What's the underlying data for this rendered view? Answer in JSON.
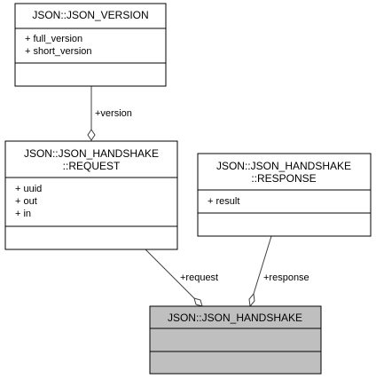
{
  "classes": {
    "version": {
      "title_lines": [
        "JSON::JSON_VERSION"
      ],
      "attributes": [
        "+ full_version",
        "+ short_version"
      ],
      "methods": []
    },
    "request": {
      "title_lines": [
        "JSON::JSON_HANDSHAKE",
        "::REQUEST"
      ],
      "attributes": [
        "+ uuid",
        "+ out",
        "+ in"
      ],
      "methods": []
    },
    "response": {
      "title_lines": [
        "JSON::JSON_HANDSHAKE",
        "::RESPONSE"
      ],
      "attributes": [
        "+ result"
      ],
      "methods": []
    },
    "handshake": {
      "title_lines": [
        "JSON::JSON_HANDSHAKE"
      ],
      "attributes": [],
      "methods": []
    }
  },
  "edges": {
    "version": "+version",
    "request": "+request",
    "response": "+response"
  },
  "colors": {
    "highlight_fill": "#bfbfbf",
    "edge": "#404040",
    "border": "#000000"
  }
}
